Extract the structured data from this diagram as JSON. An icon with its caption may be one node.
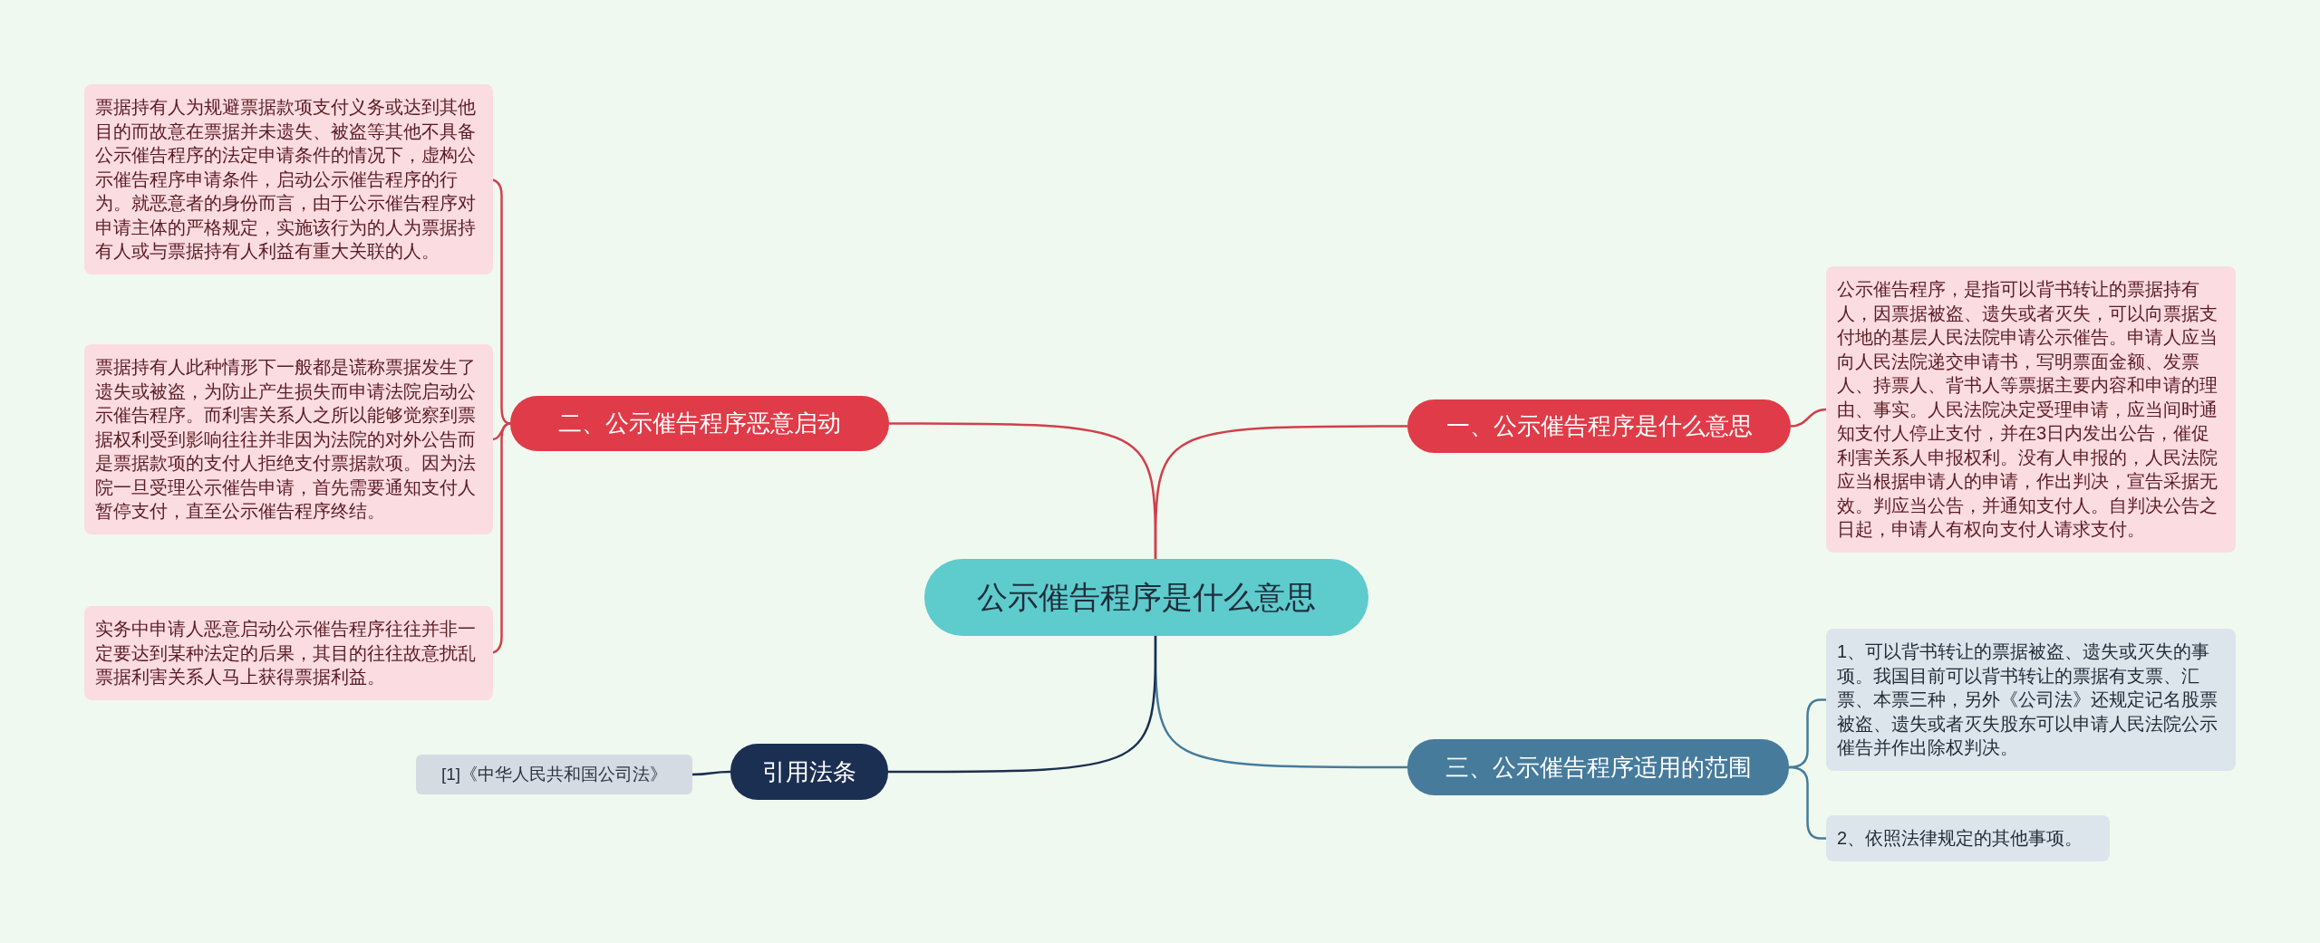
{
  "diagram": {
    "nodes": [
      {
        "text": [
          "公示催告程序是什么意思"
        ]
      },
      {
        "text": [
          "一、公示催告程序是什么意思"
        ]
      },
      {
        "text": [
          "公示催告程序，是指可以背书转让的票据持有人，因票据被盗、遗失或者灭失，可以向票据支付地的基层人民法院申请公示催告。申请人应当向人民法院递交申请书，写明票面金额、发票人、持票人、背书人等票据主要内容和申请的理由、事实。人民法院决定受理申请，应当间时通知支付人停止支付，并在3日内发出公告，催促利害关系人申报权利。没有人申报的，人民法院应当根据申请人的申请，作出判决，宣告采据无效。判应当公告，并通知支付人。自判决公告之日起，申请人有权向支付人请求支付。"
        ]
      },
      {
        "text": [
          "三、公示催告程序适用的范围"
        ]
      },
      {
        "text": [
          "1、可以背书转让的票据被盗、遗失或灭失的事项。我国目前可以背书转让的票据有支票、汇票、本票三种，另外《公司法》还规定记名股票被盗、遗失或者灭失股东可以申请人民法院公示催告并作出除权判决。"
        ]
      },
      {
        "text": [
          "2、依照法律规定的其他事项。"
        ]
      },
      {
        "text": [
          "二、公示催告程序恶意启动"
        ]
      },
      {
        "text": [
          "票据持有人为规避票据款项支付义务或达到其他目的而故意在票据并未遗失、被盗等其他不具备公示催告程序的法定申请条件的情况下，虚构公示催告程序申请条件，启动公示催告程序的行为。就恶意者的身份而言，由于公示催告程序对申请主体的严格规定，实施该行为的人为票据持有人或与票据持有人利益有重大关联的人。"
        ]
      },
      {
        "text": [
          "票据持有人此种情形下一般都是谎称票据发生了遗失或被盗，为防止产生损失而申请法院启动公示催告程序。而利害关系人之所以能够觉察到票据权利受到影响往往并非因为法院的对外公告而是票据款项的支付人拒绝支付票据款项。因为法院一旦受理公示催告申请，首先需要通知支付人暂停支付，直至公示催告程序终结。"
        ]
      },
      {
        "text": [
          "实务中申请人恶意启动公示催告程序往往并非一定要达到某种法定的后果，其目的往往故意扰乱票据利害关系人马上获得票据利益。"
        ]
      },
      {
        "text": [
          "引用法条"
        ]
      },
      {
        "text": [
          "[1]《中华人民共和国公司法》"
        ]
      }
    ],
    "edges": [
      {
        "from": 0,
        "to": 1,
        "arrow": "none"
      },
      {
        "from": 1,
        "to": 2,
        "arrow": "none"
      },
      {
        "from": 0,
        "to": 3,
        "arrow": "none",
        "color": "#467b9c"
      },
      {
        "from": 3,
        "to": 4,
        "arrow": "none",
        "color": "#467b9c"
      },
      {
        "from": 3,
        "to": 5,
        "arrow": "none",
        "color": "#467b9c"
      },
      {
        "from": 0,
        "to": 6,
        "arrow": "none"
      },
      {
        "from": 6,
        "to": 7,
        "arrow": "none"
      },
      {
        "from": 6,
        "to": 8,
        "arrow": "none"
      },
      {
        "from": 6,
        "to": 9,
        "arrow": "none"
      },
      {
        "from": 0,
        "to": 10,
        "arrow": "none",
        "color": "#1b2f52"
      },
      {
        "from": 10,
        "to": 11,
        "arrow": "none",
        "color": "#1b2f52"
      }
    ]
  }
}
